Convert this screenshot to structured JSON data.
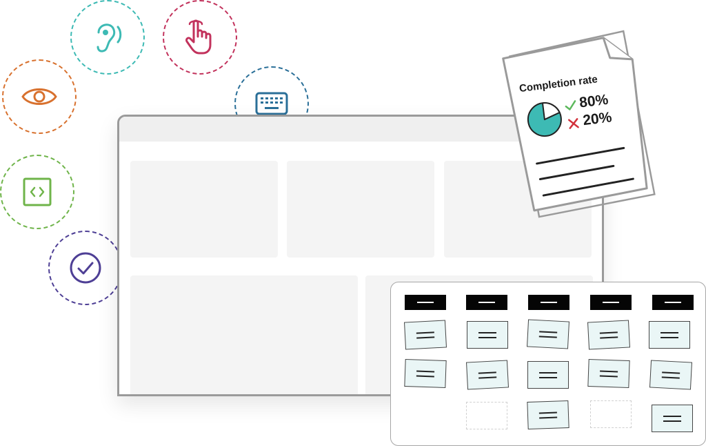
{
  "report": {
    "title": "Completion rate",
    "pass_value": "80%",
    "fail_value": "20%",
    "completion_fraction": 0.8
  },
  "icons": [
    {
      "name": "hearing-icon",
      "color": "#3dbab4"
    },
    {
      "name": "touch-icon",
      "color": "#c2325c"
    },
    {
      "name": "eye-icon",
      "color": "#d8712e"
    },
    {
      "name": "keyboard-icon",
      "color": "#2a6f98"
    },
    {
      "name": "code-icon",
      "color": "#6fb44a"
    },
    {
      "name": "check-icon",
      "color": "#4e3f95"
    }
  ],
  "colors": {
    "teal": "#3dbab4",
    "check_green": "#5cb85c",
    "cross_red": "#d2323c",
    "frame_gray": "#9a9a9a"
  }
}
